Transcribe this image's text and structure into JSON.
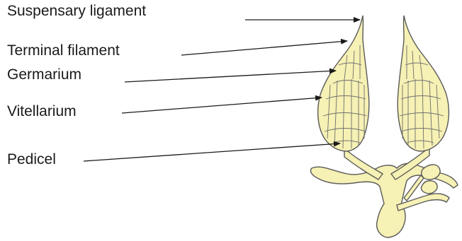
{
  "labels": {
    "suspensory": "Suspensary ligament",
    "terminal": "Terminal filament",
    "germarium": "Germarium",
    "vitellarium": "Vitellarium",
    "pedicel": "Pedicel"
  },
  "colors": {
    "fill": "#f6f1b4",
    "stroke": "#5a5a5a",
    "arrow": "#1a1a1a"
  }
}
